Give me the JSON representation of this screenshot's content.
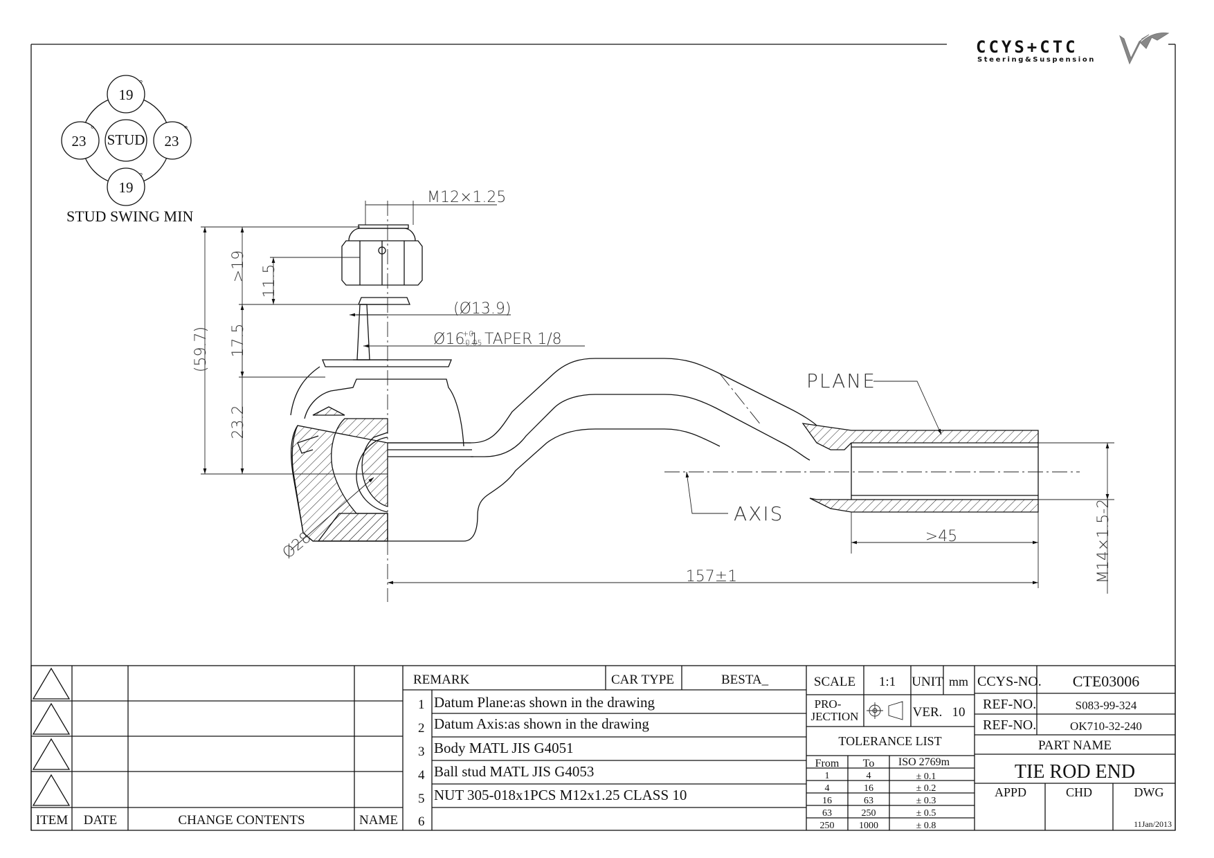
{
  "logo": {
    "brand": "CCYS+CTC",
    "tagline": "Steering&Suspension"
  },
  "swing": {
    "top": "19",
    "bottom": "19",
    "left": "23",
    "right": "23",
    "center": "STUD",
    "degree": "°",
    "caption": "STUD SWING MIN"
  },
  "dims": {
    "thread": "M12×1.25",
    "d139": "(Ø13.9)",
    "taper": "Ø16.1",
    "taper_tol_up": "+0",
    "taper_tol_dn": "-0.05",
    "taper_suffix": "TAPER 1/8",
    "h597": "(59.7)",
    "h19": ">19",
    "h115": "11.5",
    "h175": "17.5",
    "h232": "23.2",
    "ball": "Ø28",
    "plane": "PLANE",
    "axis": "AXIS",
    "len45": ">45",
    "len157": "157±1",
    "m14": "M14×1.5-2"
  },
  "revision": {
    "headers": {
      "item": "ITEM",
      "date": "DATE",
      "contents": "CHANGE CONTENTS",
      "name": "NAME"
    }
  },
  "remarks": {
    "header": "REMARK",
    "car_type_label": "CAR TYPE",
    "car_type": "BESTA_",
    "items": [
      {
        "n": "1",
        "text": "Datum Plane:as shown in the drawing"
      },
      {
        "n": "2",
        "text": "Datum Axis:as shown in the drawing"
      },
      {
        "n": "3",
        "text": "Body MATL JIS G4051"
      },
      {
        "n": "4",
        "text": "Ball stud MATL JIS G4053"
      },
      {
        "n": "5",
        "text": "NUT 305-018x1PCS M12x1.25 CLASS 10"
      },
      {
        "n": "6",
        "text": ""
      }
    ]
  },
  "spec": {
    "scale_label": "SCALE",
    "scale": "1:1",
    "unit_label": "UNIT",
    "unit": "mm",
    "projection_label_1": "PRO-",
    "projection_label_2": "JECTION",
    "ver_label": "VER.",
    "ver": "10"
  },
  "tolerance": {
    "title": "TOLERANCE LIST",
    "headers": {
      "from": "From",
      "to": "To",
      "std": "ISO 2769m"
    },
    "rows": [
      {
        "from": "1",
        "to": "4",
        "tol": "± 0.1"
      },
      {
        "from": "4",
        "to": "16",
        "tol": "± 0.2"
      },
      {
        "from": "16",
        "to": "63",
        "tol": "± 0.3"
      },
      {
        "from": "63",
        "to": "250",
        "tol": "± 0.5"
      },
      {
        "from": "250",
        "to": "1000",
        "tol": "± 0.8"
      }
    ]
  },
  "part": {
    "ccys_label": "CCYS-NO.",
    "ccys_no": "CTE03006",
    "ref1_label": "REF-NO.",
    "ref1": "S083-99-324",
    "ref2_label": "REF-NO.",
    "ref2": "OK710-32-240",
    "part_name_label": "PART NAME",
    "part_name": "TIE ROD END",
    "appd": "APPD",
    "chd": "CHD",
    "dwg": "DWG",
    "date": "11Jan/2013"
  }
}
